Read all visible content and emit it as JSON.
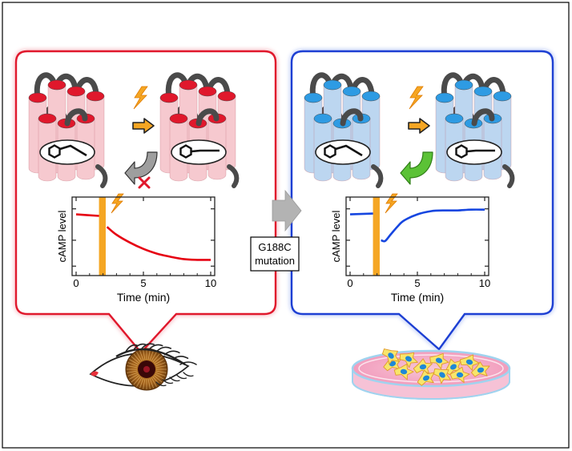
{
  "left_panel": {
    "border_color": "#e0182c",
    "helix_color": "#f6c9cf",
    "helix_top_color": "#e0182c",
    "reverse_arrow": "blocked",
    "plot": {
      "ylabel": "cAMP level",
      "xlabel": "Time (min)",
      "ticks": [
        "0",
        "5",
        "10"
      ],
      "line_color": "#e60012",
      "response": "sustained decrease after light pulse"
    }
  },
  "right_panel": {
    "border_color": "#1d3fd3",
    "helix_color": "#bcd6f0",
    "helix_top_color": "#2e9be3",
    "reverse_arrow": "allowed",
    "plot": {
      "ylabel": "cAMP level",
      "xlabel": "Time (min)",
      "ticks": [
        "0",
        "5",
        "10"
      ],
      "line_color": "#1646e0",
      "response": "transient dip then recovery"
    }
  },
  "middle": {
    "mutation_line1": "G188C",
    "mutation_line2": "mutation"
  },
  "icons": [
    "lightning-icon",
    "forward-arrow-icon",
    "reverse-arrow-icon",
    "cross-icon",
    "eye-icon",
    "petri-dish-icon",
    "retinal-chromophore-icon"
  ],
  "light_pulse_color": "#f5a623",
  "chart_data": [
    {
      "type": "line",
      "xlabel": "Time (min)",
      "ylabel": "cAMP level",
      "xlim": [
        0,
        10
      ],
      "x_ticks": [
        0,
        5,
        10
      ],
      "light_pulse": [
        1.7,
        2.2
      ],
      "series": [
        {
          "x": [
            0,
            1.7,
            2.3,
            3,
            4,
            5,
            6,
            7,
            8,
            9,
            10
          ],
          "y": [
            0.78,
            0.76,
            0.62,
            0.52,
            0.42,
            0.34,
            0.28,
            0.24,
            0.21,
            0.2,
            0.2
          ]
        }
      ]
    },
    {
      "type": "line",
      "xlabel": "Time (min)",
      "ylabel": "cAMP level",
      "xlim": [
        0,
        10
      ],
      "x_ticks": [
        0,
        5,
        10
      ],
      "light_pulse": [
        1.7,
        2.2
      ],
      "series": [
        {
          "x": [
            0,
            1.7,
            2.3,
            2.6,
            3,
            3.5,
            4,
            5,
            6,
            7,
            8,
            9,
            10
          ],
          "y": [
            0.78,
            0.79,
            0.45,
            0.44,
            0.52,
            0.62,
            0.7,
            0.78,
            0.82,
            0.83,
            0.83,
            0.84,
            0.84
          ]
        }
      ]
    }
  ]
}
